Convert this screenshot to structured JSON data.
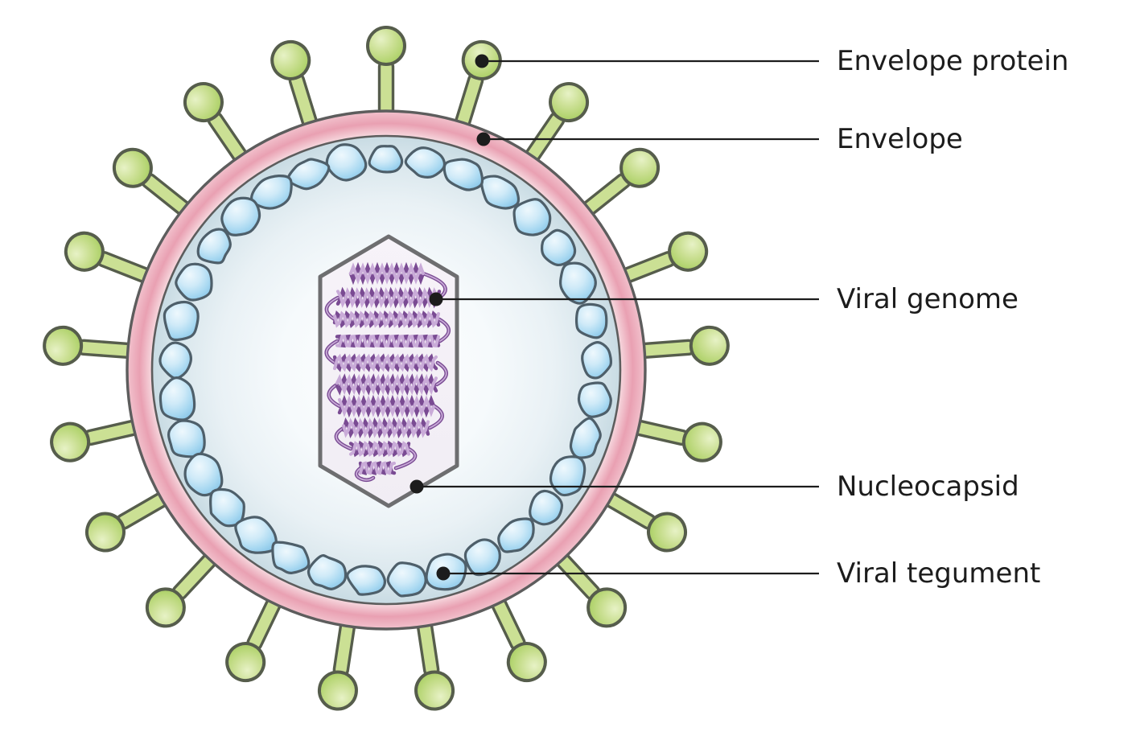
{
  "diagram": {
    "background": "#ffffff",
    "labels": [
      {
        "text": "Envelope protein"
      },
      {
        "text": "Envelope"
      },
      {
        "text": "Viral genome"
      },
      {
        "text": "Nucleocapsid"
      },
      {
        "text": "Viral tegument"
      }
    ],
    "colors": {
      "spike_green": "#cbe094",
      "spike_green_light": "#e7f2c6",
      "spike_green_dark": "#a3c95f",
      "spike_outline": "#565d4c",
      "envelope_pink": "#e9a0b2",
      "envelope_pink_light": "#f8dee3",
      "envelope_pink_outer": "#f2c2cd",
      "envelope_outline": "#5d5d5d",
      "tegument_band": "#c8dbe3",
      "interior_light": "#fdfeff",
      "blob_blue": "#7fc0e5",
      "blob_blue_light": "#eef8fd",
      "blob_outline": "#4e5f6a",
      "capsid_fill": "#f1edf4",
      "capsid_outline": "#6e6e70",
      "genome_purple_dark": "#7a4b93",
      "genome_purple_light": "#c9abd8",
      "callout_line": "#1c1c1c",
      "label_text": "#1c1c1c"
    }
  }
}
